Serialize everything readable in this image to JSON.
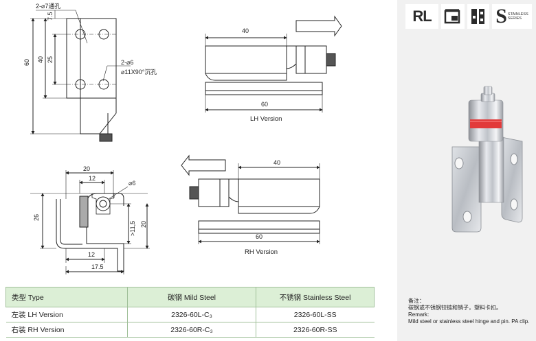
{
  "drawings": {
    "top_left": {
      "hole_note": "2-⌀7通孔",
      "dim_pitch": "7.5",
      "dim_spacing": "25",
      "dim_inner": "40",
      "dim_height": "60",
      "countersink_count": "2-⌀6",
      "countersink_note": "⌀11X90°沉孔"
    },
    "lh_version": {
      "dim_top": "40",
      "dim_bottom": "60",
      "caption": "LH Version"
    },
    "section": {
      "dim_20": "20",
      "dim_12_top": "12",
      "dim_dia": "⌀6",
      "dim_26": "26",
      "dim_11_5": ">11,5",
      "dim_20_right": "20",
      "dim_12_bottom": "12",
      "dim_17_5": "17.5"
    },
    "rh_version": {
      "dim_top": "40",
      "dim_bottom": "60",
      "caption": "RH Version"
    }
  },
  "logos": {
    "rl": "RL",
    "stainless_letter": "S",
    "stainless_word1": "STAINLESS",
    "stainless_word2": "SERIES"
  },
  "table": {
    "headers": {
      "type": "类型 Type",
      "mild": "碳钢 Mild Steel",
      "stainless": "不锈钢 Stainless Steel"
    },
    "rows": [
      {
        "type": "左装 LH Version",
        "mild": "2326-60L-C₃",
        "stainless": "2326-60L-SS"
      },
      {
        "type": "右装 RH Version",
        "mild": "2326-60R-C₃",
        "stainless": "2326-60R-SS"
      }
    ]
  },
  "remarks": {
    "cn_title": "备注：",
    "cn_text": "碳钢或不锈钢铰链和销子，塑料卡扣。",
    "en_title": "Remark:",
    "en_text": "Mild steel or stainless steel hinge and pin. PA clip."
  },
  "colors": {
    "table_header_bg": "#dcefd6",
    "table_line": "#9fbf98",
    "panel_bg": "#f1f1f1",
    "clip_red": "#e23a3a"
  }
}
